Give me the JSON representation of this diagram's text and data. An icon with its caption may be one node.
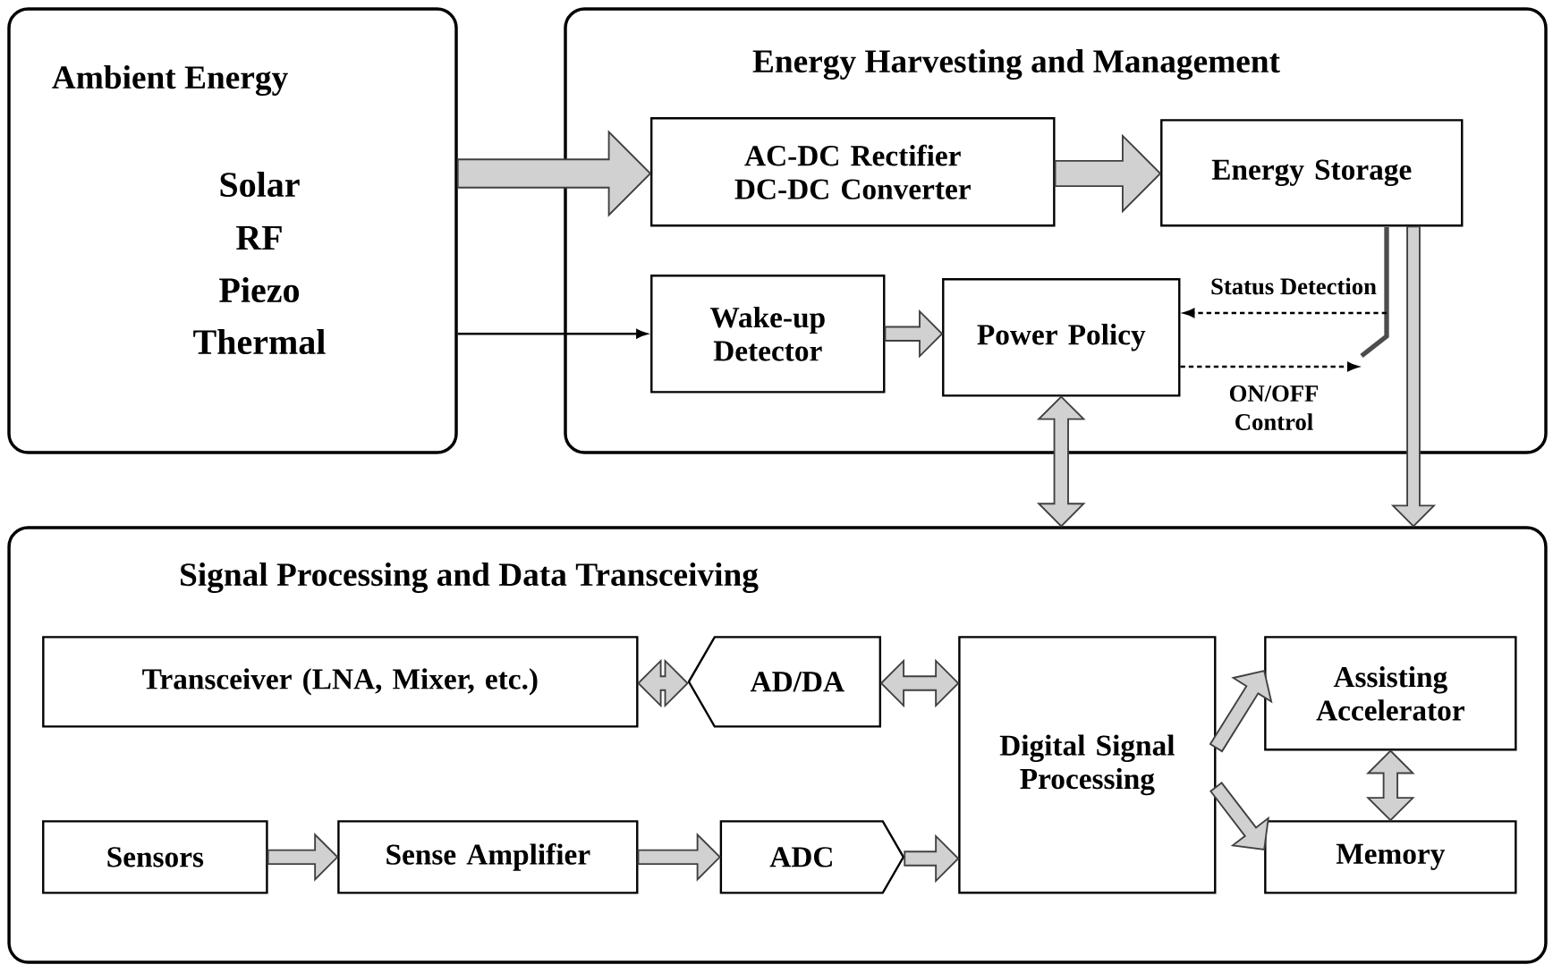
{
  "diagram": {
    "nodes": [
      {
        "text": [
          "Ambient Energy",
          "Solar",
          "RF",
          "Piezo",
          "Thermal"
        ]
      },
      {
        "text": [
          "Energy Harvesting and Management"
        ]
      },
      {
        "text": [
          "AC-DC Rectifier DC-DC Converter"
        ],
        "in": 1
      },
      {
        "text": [
          "Energy Storage"
        ],
        "in": 1
      },
      {
        "text": [
          "Wake-up Detector"
        ],
        "in": 1
      },
      {
        "text": [
          "Power Policy"
        ],
        "in": 1
      },
      {
        "text": [
          "Signal Processing and Data Transceiving"
        ]
      },
      {
        "text": [
          "Transceiver (LNA, Mixer, etc.)"
        ],
        "in": 6
      },
      {
        "text": [
          "AD/DA"
        ],
        "in": 6
      },
      {
        "text": [
          "Digital Signal Processing"
        ],
        "in": 6
      },
      {
        "text": [
          "Assisting Accelerator"
        ],
        "in": 6
      },
      {
        "text": [
          "Sensors"
        ],
        "in": 6
      },
      {
        "text": [
          "Sense Amplifier"
        ],
        "in": 6
      },
      {
        "text": [
          "ADC"
        ],
        "in": 6
      },
      {
        "text": [
          "Memory"
        ],
        "in": 6
      }
    ],
    "edges": [
      {
        "from": 0,
        "to": 2,
        "arrow": "to",
        "style": "thick"
      },
      {
        "from": 0,
        "to": 4,
        "arrow": "to"
      },
      {
        "from": 2,
        "to": 3,
        "arrow": "to",
        "style": "thick"
      },
      {
        "from": 4,
        "to": 5,
        "arrow": "to",
        "style": "thick"
      },
      {
        "from": 3,
        "to": 5,
        "arrow": "to",
        "style": "dashed",
        "label": "Status Detection"
      },
      {
        "from": 5,
        "to": 3,
        "arrow": "to",
        "style": "dashed",
        "label": "ON/OFF Control"
      },
      {
        "from": 5,
        "to": 6,
        "arrow": "both",
        "style": "thick"
      },
      {
        "from": 3,
        "to": 6,
        "arrow": "to",
        "style": "thick"
      },
      {
        "from": 7,
        "to": 8,
        "arrow": "both",
        "style": "thick"
      },
      {
        "from": 8,
        "to": 9,
        "arrow": "both",
        "style": "thick"
      },
      {
        "from": 11,
        "to": 12,
        "arrow": "to",
        "style": "thick"
      },
      {
        "from": 12,
        "to": 13,
        "arrow": "to",
        "style": "thick"
      },
      {
        "from": 13,
        "to": 9,
        "arrow": "to",
        "style": "thick"
      },
      {
        "from": 9,
        "to": 10,
        "arrow": "to",
        "style": "thick"
      },
      {
        "from": 9,
        "to": 14,
        "arrow": "to",
        "style": "thick"
      },
      {
        "from": 10,
        "to": 14,
        "arrow": "both",
        "style": "thick"
      }
    ]
  }
}
